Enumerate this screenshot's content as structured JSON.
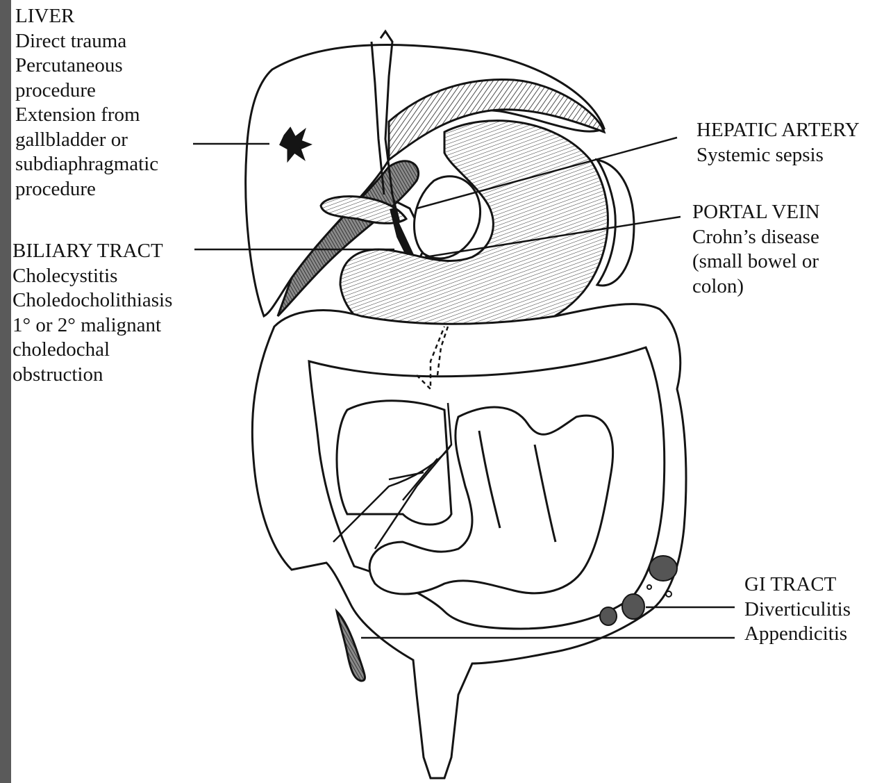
{
  "diagram": {
    "labels": {
      "liver": {
        "heading": "LIVER",
        "lines": [
          "Direct trauma",
          "Percutaneous",
          "procedure",
          "Extension from",
          "gallbladder or",
          "subdiaphragmatic",
          "procedure"
        ]
      },
      "biliary_tract": {
        "heading": "BILIARY TRACT",
        "lines": [
          "Cholecystitis",
          "Choledocholithiasis",
          "1° or 2° malignant",
          "choledochal",
          "obstruction"
        ]
      },
      "hepatic_artery": {
        "heading": "HEPATIC ARTERY",
        "lines": [
          "Systemic sepsis"
        ]
      },
      "portal_vein": {
        "heading": "PORTAL VEIN",
        "lines": [
          "Crohn’s disease",
          "(small bowel or",
          "colon)"
        ]
      },
      "gi_tract": {
        "heading": "GI TRACT",
        "lines": [
          "Diverticulitis",
          "Appendicitis"
        ]
      }
    },
    "colors": {
      "ink": "#141414",
      "paper": "#ffffff",
      "frame": "#5a5a5a",
      "shade": "#6f6f6f"
    }
  }
}
